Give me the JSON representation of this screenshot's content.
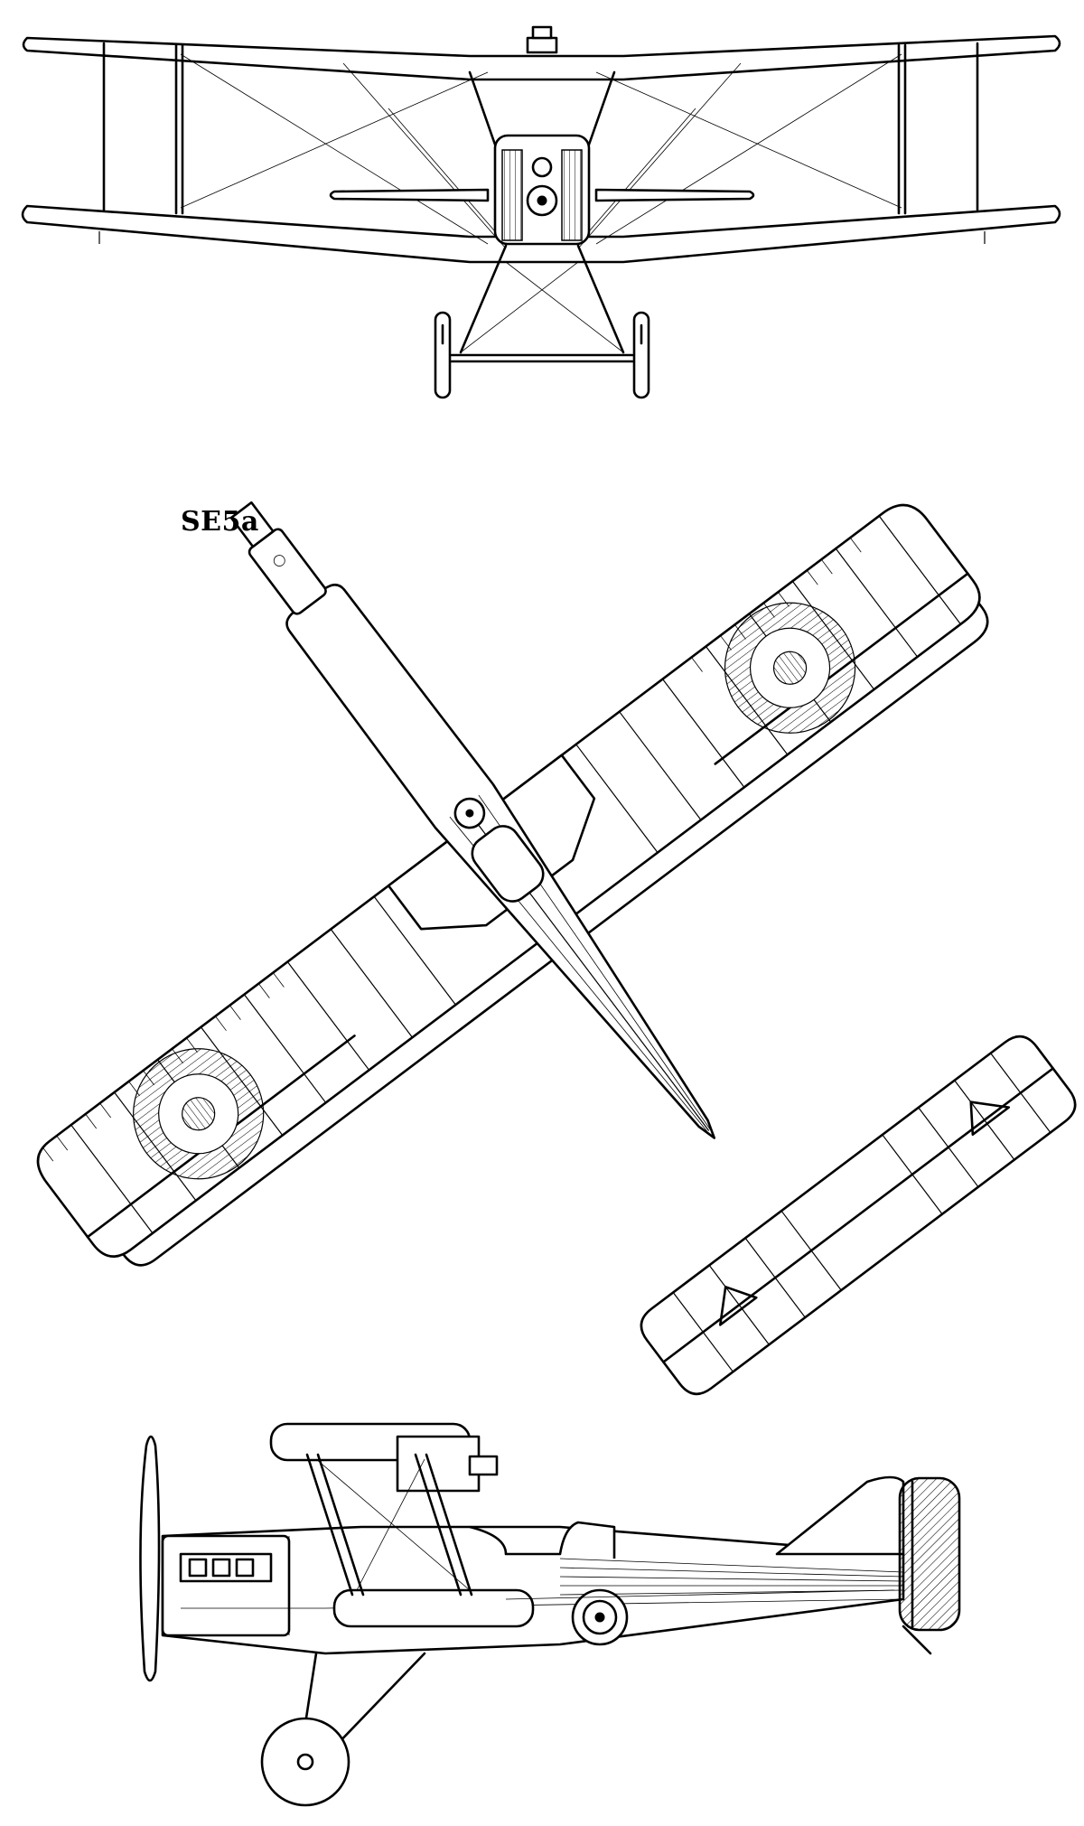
{
  "drawing": {
    "title": "SE5a"
  },
  "views": [
    {
      "name": "front-view"
    },
    {
      "name": "top-view"
    },
    {
      "name": "side-view"
    }
  ]
}
